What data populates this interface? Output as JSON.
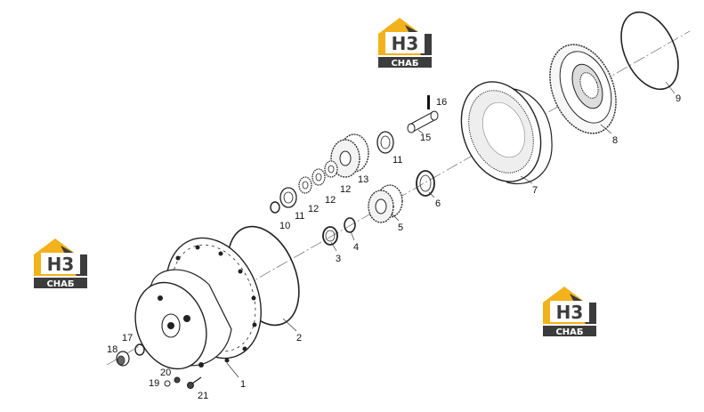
{
  "logo": {
    "mark": "H3",
    "caption": "СНАБ"
  },
  "callouts": [
    {
      "id": "1",
      "text": "1"
    },
    {
      "id": "2",
      "text": "2"
    },
    {
      "id": "3",
      "text": "3"
    },
    {
      "id": "4",
      "text": "4"
    },
    {
      "id": "5",
      "text": "5"
    },
    {
      "id": "6",
      "text": "6"
    },
    {
      "id": "7",
      "text": "7"
    },
    {
      "id": "8",
      "text": "8"
    },
    {
      "id": "9",
      "text": "9"
    },
    {
      "id": "10",
      "text": "10"
    },
    {
      "id": "11a",
      "text": "11"
    },
    {
      "id": "11b",
      "text": "11"
    },
    {
      "id": "12a",
      "text": "12"
    },
    {
      "id": "12b",
      "text": "12"
    },
    {
      "id": "12c",
      "text": "12"
    },
    {
      "id": "13",
      "text": "13"
    },
    {
      "id": "15",
      "text": "15"
    },
    {
      "id": "16",
      "text": "16"
    },
    {
      "id": "17",
      "text": "17"
    },
    {
      "id": "18",
      "text": "18"
    },
    {
      "id": "19",
      "text": "19"
    },
    {
      "id": "20",
      "text": "20"
    },
    {
      "id": "21",
      "text": "21"
    }
  ],
  "colors": {
    "logo_orange": "#f2b21b",
    "logo_dark": "#3c3c3c",
    "line": "#222222"
  }
}
